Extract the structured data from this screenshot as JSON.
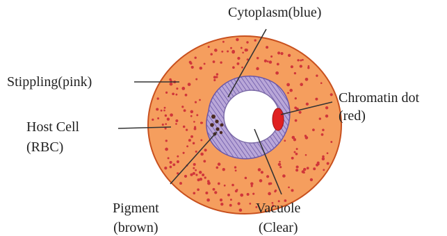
{
  "labels": {
    "cytoplasm": "Cytoplasm(blue)",
    "stippling": "Stippling(pink)",
    "chromatin_line1": "Chromatin dot",
    "chromatin_line2": "(red)",
    "host_cell_line1": "Host Cell",
    "host_cell_line2": "(RBC)",
    "pigment_line1": "Pigment",
    "pigment_line2": "(brown)",
    "vacuole_line1": "Vacuole",
    "vacuole_line2": "(Clear)"
  },
  "colors": {
    "rbc_fill": "#f59e5e",
    "rbc_outline": "#c8501e",
    "stipple_dots": "#d0363a",
    "cytoplasm_fill": "#b9a7d8",
    "cytoplasm_hatch": "#6a56a8",
    "pigment": "#4a2a22",
    "chromatin": "#e02020",
    "vacuole": "#ffffff",
    "leader_line": "#333333"
  }
}
